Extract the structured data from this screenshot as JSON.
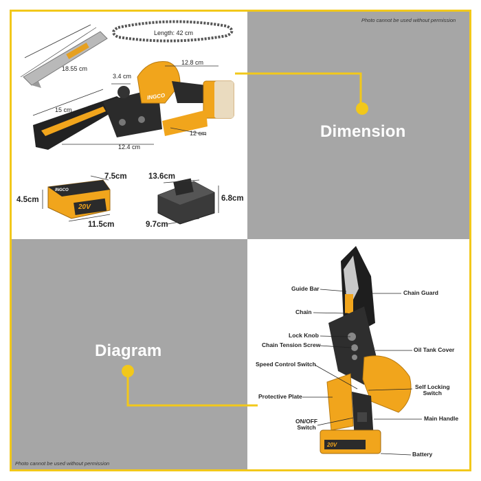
{
  "permission_top": "Photo cannot be used without permission",
  "permission_bottom": "Photo cannot be used without permission",
  "sections": {
    "dimension_label": "Dimension",
    "diagram_label": "Diagram"
  },
  "dimensions": {
    "chain_length": "Length: 42 cm",
    "bar_length": "18.55 cm",
    "knob": "3.4 cm",
    "handle_top": "12.8 cm",
    "bar_front": "15 cm",
    "bottom_mid": "12.4 cm",
    "plate": "12 cm",
    "battery_w": "7.5cm",
    "battery_h": "4.5cm",
    "battery_l": "11.5cm",
    "charger_w": "13.6cm",
    "charger_h": "6.8cm",
    "charger_l": "9.7cm"
  },
  "brand": "INGCO",
  "battery_voltage": "20V",
  "parts": {
    "guide_bar": "Guide Bar",
    "chain": "Chain",
    "lock_knob": "Lock Knob",
    "chain_tension_screw": "Chain Tension Screw",
    "speed_control_switch": "Speed Control Switch",
    "protective_plate": "Protective Plate",
    "on_off_switch": "ON/OFF\nSwitch",
    "chain_guard": "Chain Guard",
    "oil_tank_cover": "Oil Tank Cover",
    "self_locking_switch": "Self Locking\nSwitch",
    "main_handle": "Main Handle",
    "battery": "Battery"
  },
  "colors": {
    "accent_yellow": "#f2c81a",
    "tool_yellow": "#f1a51c",
    "panel_gray": "#a6a6a6",
    "tool_dark": "#2b2b2b"
  }
}
